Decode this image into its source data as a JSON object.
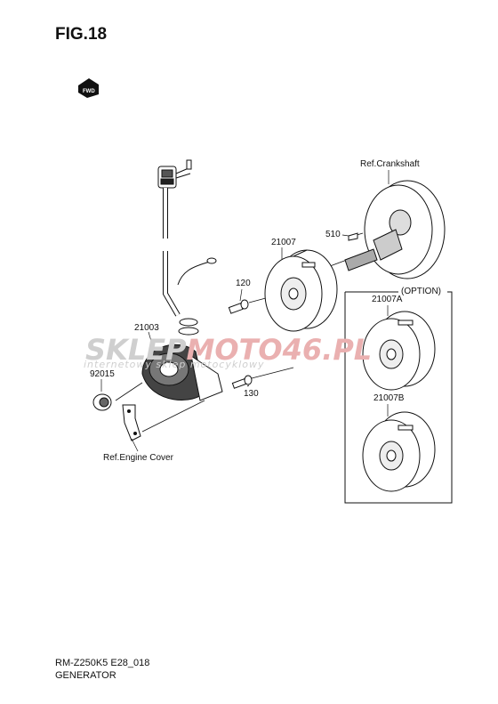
{
  "figure": {
    "title": "FIG.18"
  },
  "parts": {
    "ref_crankshaft": "Ref.Crankshaft",
    "p510": "510",
    "p21007": "21007",
    "p120": "120",
    "p21003": "21003",
    "option": "(OPTION)",
    "p21007a": "21007A",
    "p92015": "92015",
    "p130": "130",
    "p21007b": "21007B",
    "ref_engine_cover": "Ref.Engine Cover"
  },
  "watermark": {
    "logo_left": "SKLEP",
    "logo_right": "MOTO46.PL",
    "tagline": "internetowy sklep motocyklowy"
  },
  "footer": {
    "model_code": "RM-Z250K5 E28_018",
    "section_name": "GENERATOR"
  },
  "colors": {
    "line": "#111111",
    "watermark_gray": "#c9c9c9",
    "watermark_red": "#e7a3a3"
  },
  "icons": {
    "forward": "fwd-arrow-icon"
  }
}
